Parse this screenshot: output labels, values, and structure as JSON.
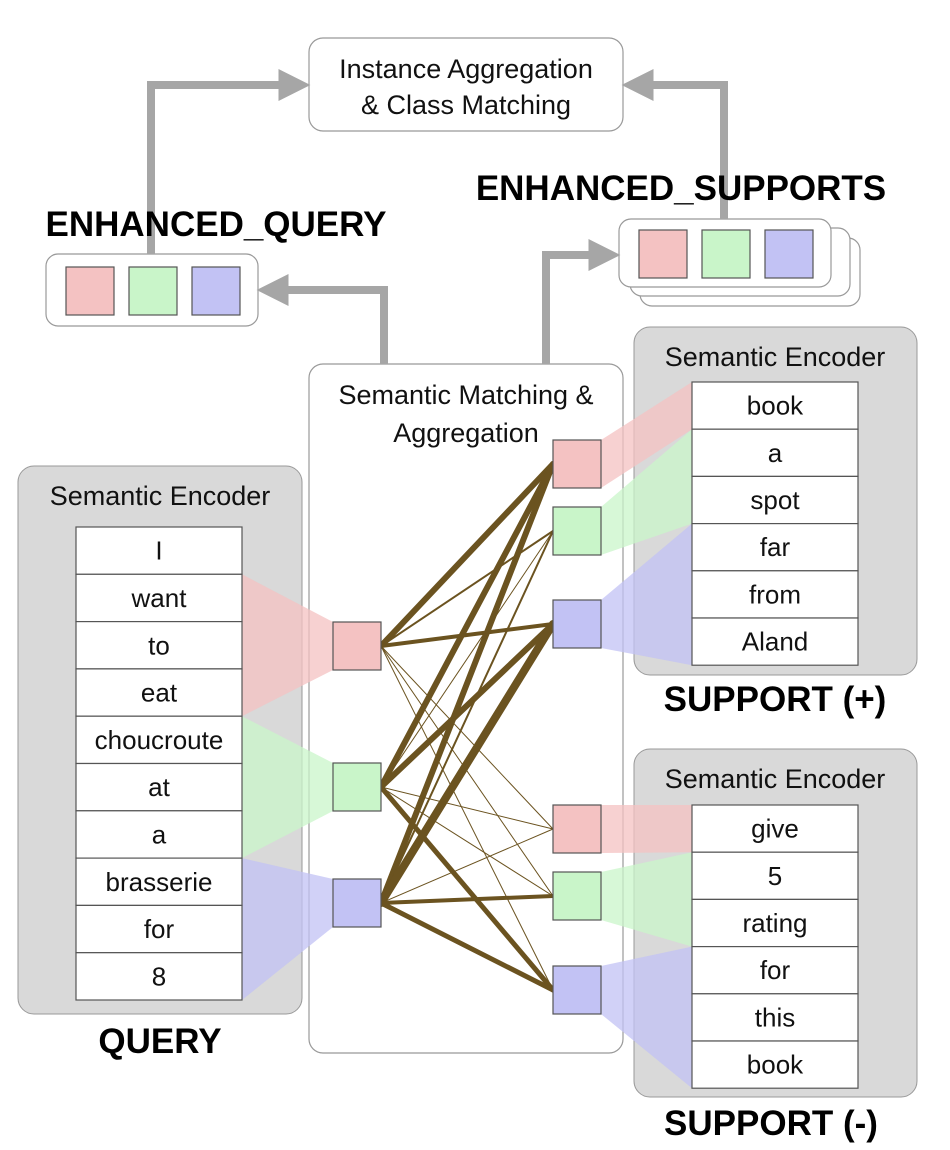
{
  "aggregation": {
    "line1": "Instance Aggregation",
    "line2": "& Class Matching"
  },
  "enhanced_query_label": "ENHANCED_QUERY",
  "enhanced_supports_label": "ENHANCED_SUPPORTS",
  "matching": {
    "line1": "Semantic Matching &",
    "line2": "Aggregation"
  },
  "query": {
    "encoder_title": "Semantic Encoder",
    "label": "QUERY",
    "tokens": [
      "I",
      "want",
      "to",
      "eat",
      "choucroute",
      "at",
      "a",
      "brasserie",
      "for",
      "8"
    ]
  },
  "support_pos": {
    "encoder_title": "Semantic Encoder",
    "label": "SUPPORT (+)",
    "tokens": [
      "book",
      "a",
      "spot",
      "far",
      "from",
      "Aland"
    ]
  },
  "support_neg": {
    "encoder_title": "Semantic Encoder",
    "label": "SUPPORT (-)",
    "tokens": [
      "give",
      "5",
      "rating",
      "for",
      "this",
      "book"
    ]
  },
  "colors": {
    "red": "#f4c2c2",
    "green": "#c9f5c9",
    "blue": "#c2c2f4",
    "edge": "#6b5320",
    "arrow": "#a6a6a6",
    "panel": "#d9d9d9"
  }
}
